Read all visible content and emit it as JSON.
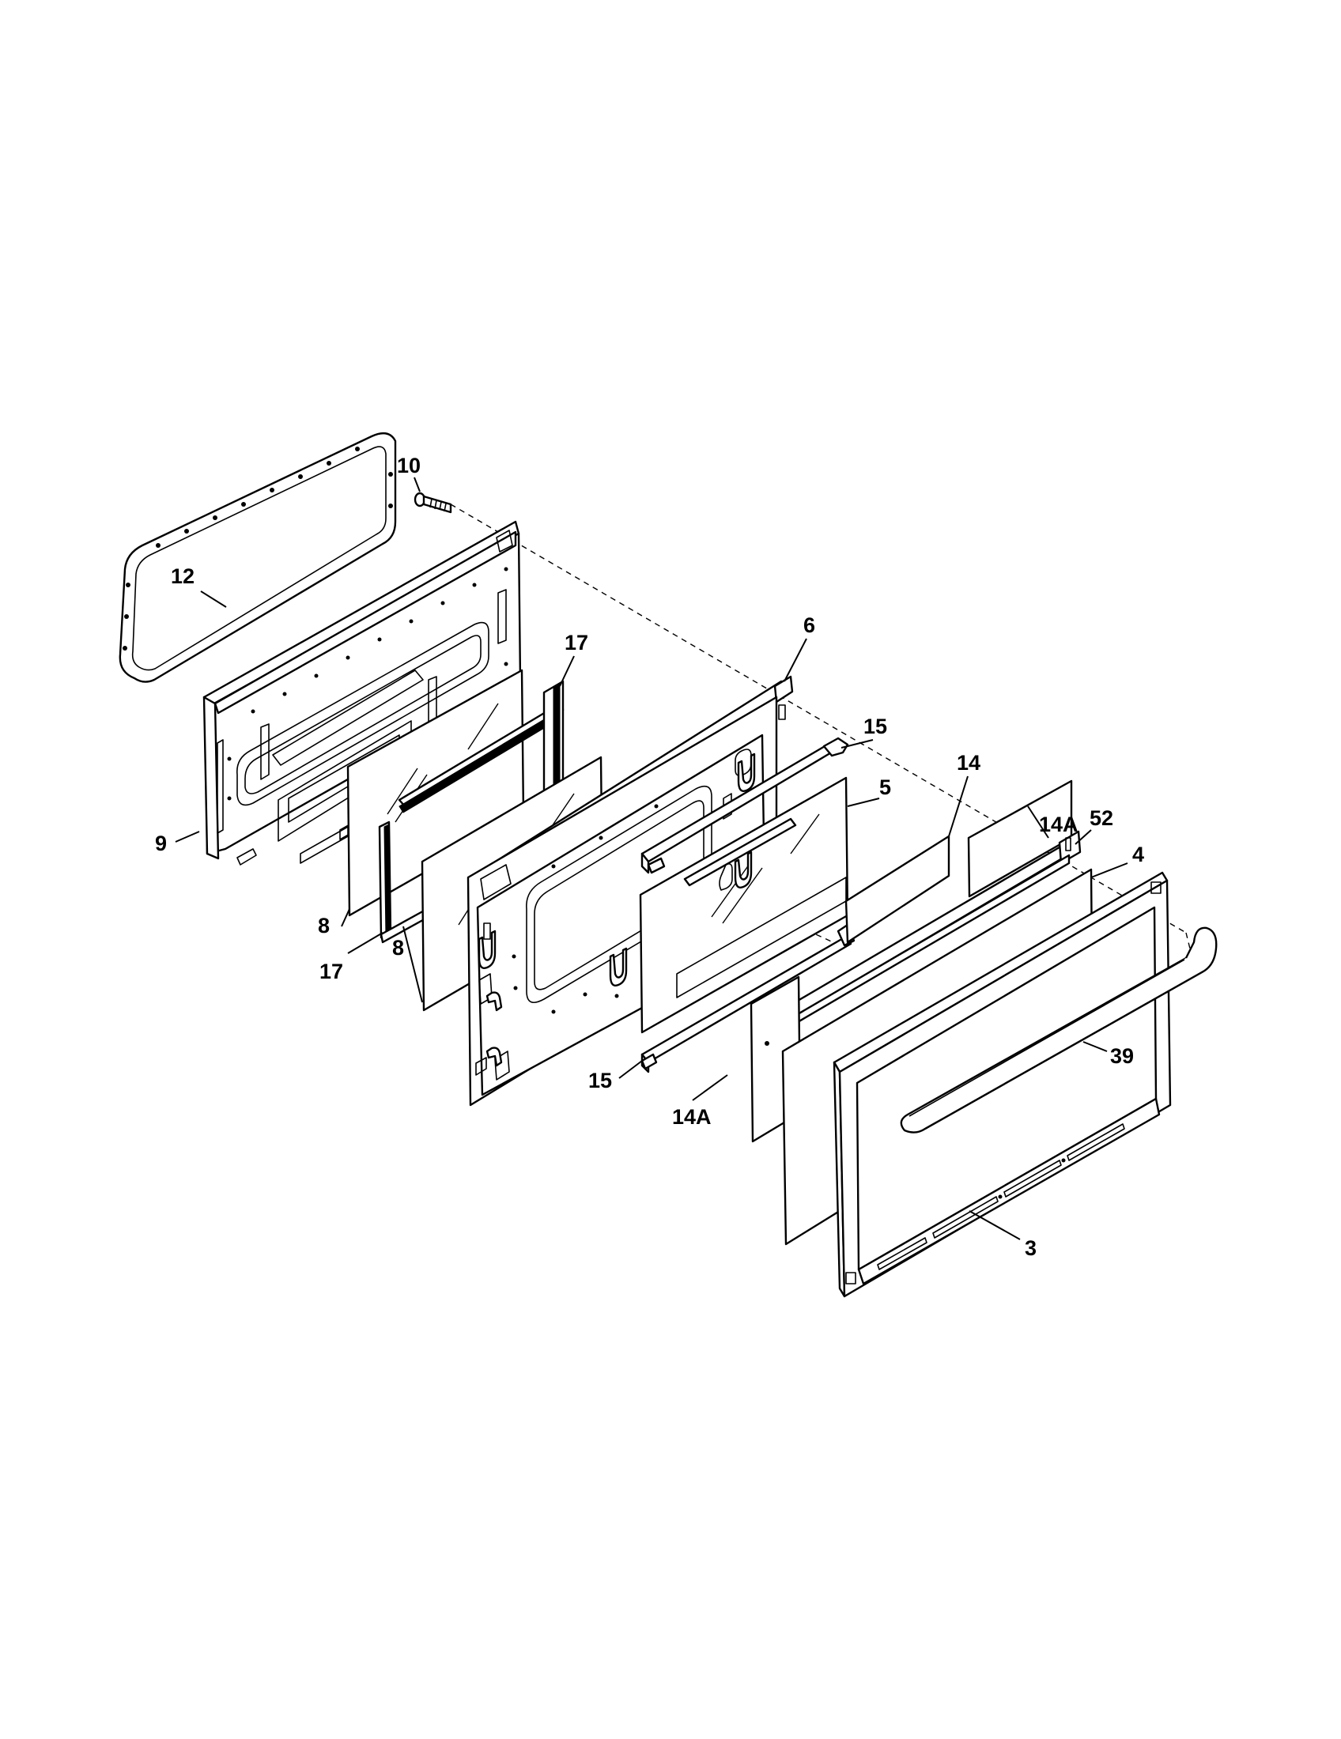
{
  "callouts": {
    "c10": "10",
    "c12": "12",
    "c9": "9",
    "c17a": "17",
    "c17b": "17",
    "c8a": "8",
    "c8b": "8",
    "c6": "6",
    "c15a": "15",
    "c15b": "15",
    "c5": "5",
    "c14": "14",
    "c14Aa": "14A",
    "c14Ab": "14A",
    "c52": "52",
    "c4": "4",
    "c39": "39",
    "c3": "3"
  }
}
